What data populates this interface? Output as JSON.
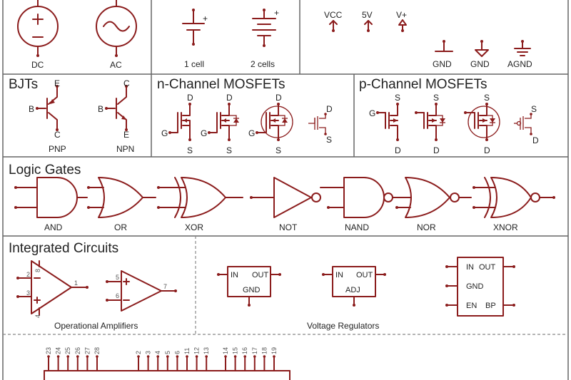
{
  "power": {
    "dc": "DC",
    "ac": "AC",
    "cell1": "1 cell",
    "cell2": "2 cells",
    "vcc": "VCC",
    "v5": "5V",
    "vplus": "V+",
    "gnd1": "GND",
    "gnd2": "GND",
    "agnd": "AGND",
    "plus": "+",
    "minus": "−"
  },
  "bjts": {
    "title": "BJTs",
    "pnp": "PNP",
    "npn": "NPN",
    "b": "B",
    "e": "E",
    "c": "C"
  },
  "nmos": {
    "title": "n-Channel MOSFETs",
    "d": "D",
    "g": "G",
    "s": "S"
  },
  "pmos": {
    "title": "p-Channel MOSFETs",
    "d": "D",
    "g": "G",
    "s": "S"
  },
  "logic": {
    "title": "Logic Gates",
    "and": "AND",
    "or": "OR",
    "xor": "XOR",
    "not": "NOT",
    "nand": "NAND",
    "nor": "NOR",
    "xnor": "XNOR"
  },
  "ic": {
    "title": "Integrated Circuits",
    "opamps": "Operational Amplifiers",
    "regs": "Voltage Regulators",
    "op1_pins": [
      "8",
      "2",
      "3",
      "4",
      "1"
    ],
    "op2_pins": [
      "5",
      "6",
      "7"
    ],
    "reg_in": "IN",
    "reg_out": "OUT",
    "reg_gnd": "GND",
    "reg_adj": "ADJ",
    "reg_en": "EN",
    "reg_bp": "BP"
  },
  "bottom": {
    "pins_a": [
      "23",
      "24",
      "25",
      "26",
      "27",
      "28"
    ],
    "pins_b": [
      "2",
      "3",
      "4",
      "5",
      "6",
      "11",
      "12",
      "13"
    ],
    "pins_c": [
      "14",
      "15",
      "16",
      "17",
      "18",
      "19"
    ]
  }
}
